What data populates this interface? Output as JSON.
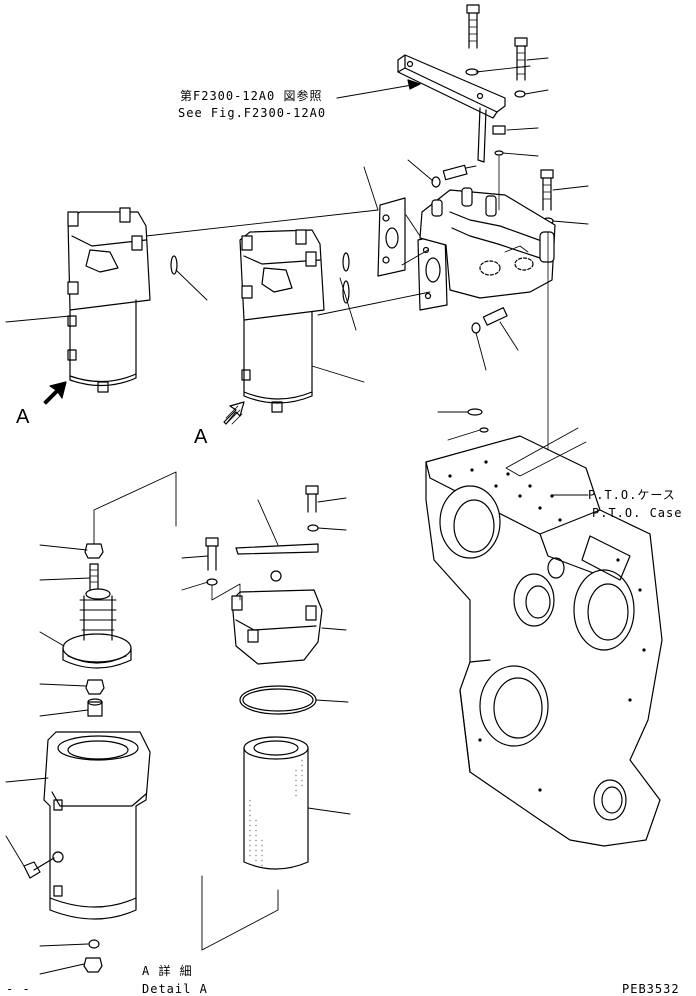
{
  "reference": {
    "jp": "第F2300-12A0 図参照",
    "en": "See Fig.F2300-12A0"
  },
  "pto_case": {
    "jp": "P.T.O.ケース",
    "en": "P.T.O. Case"
  },
  "view_markers": {
    "left": "A",
    "right": "A"
  },
  "detail_caption": {
    "jp": "A 詳 細",
    "en": "Detail A"
  },
  "corner_mark": "- -",
  "drawing_code": "PEB3532",
  "colors": {
    "ink": "#000000",
    "paper": "#ffffff"
  }
}
